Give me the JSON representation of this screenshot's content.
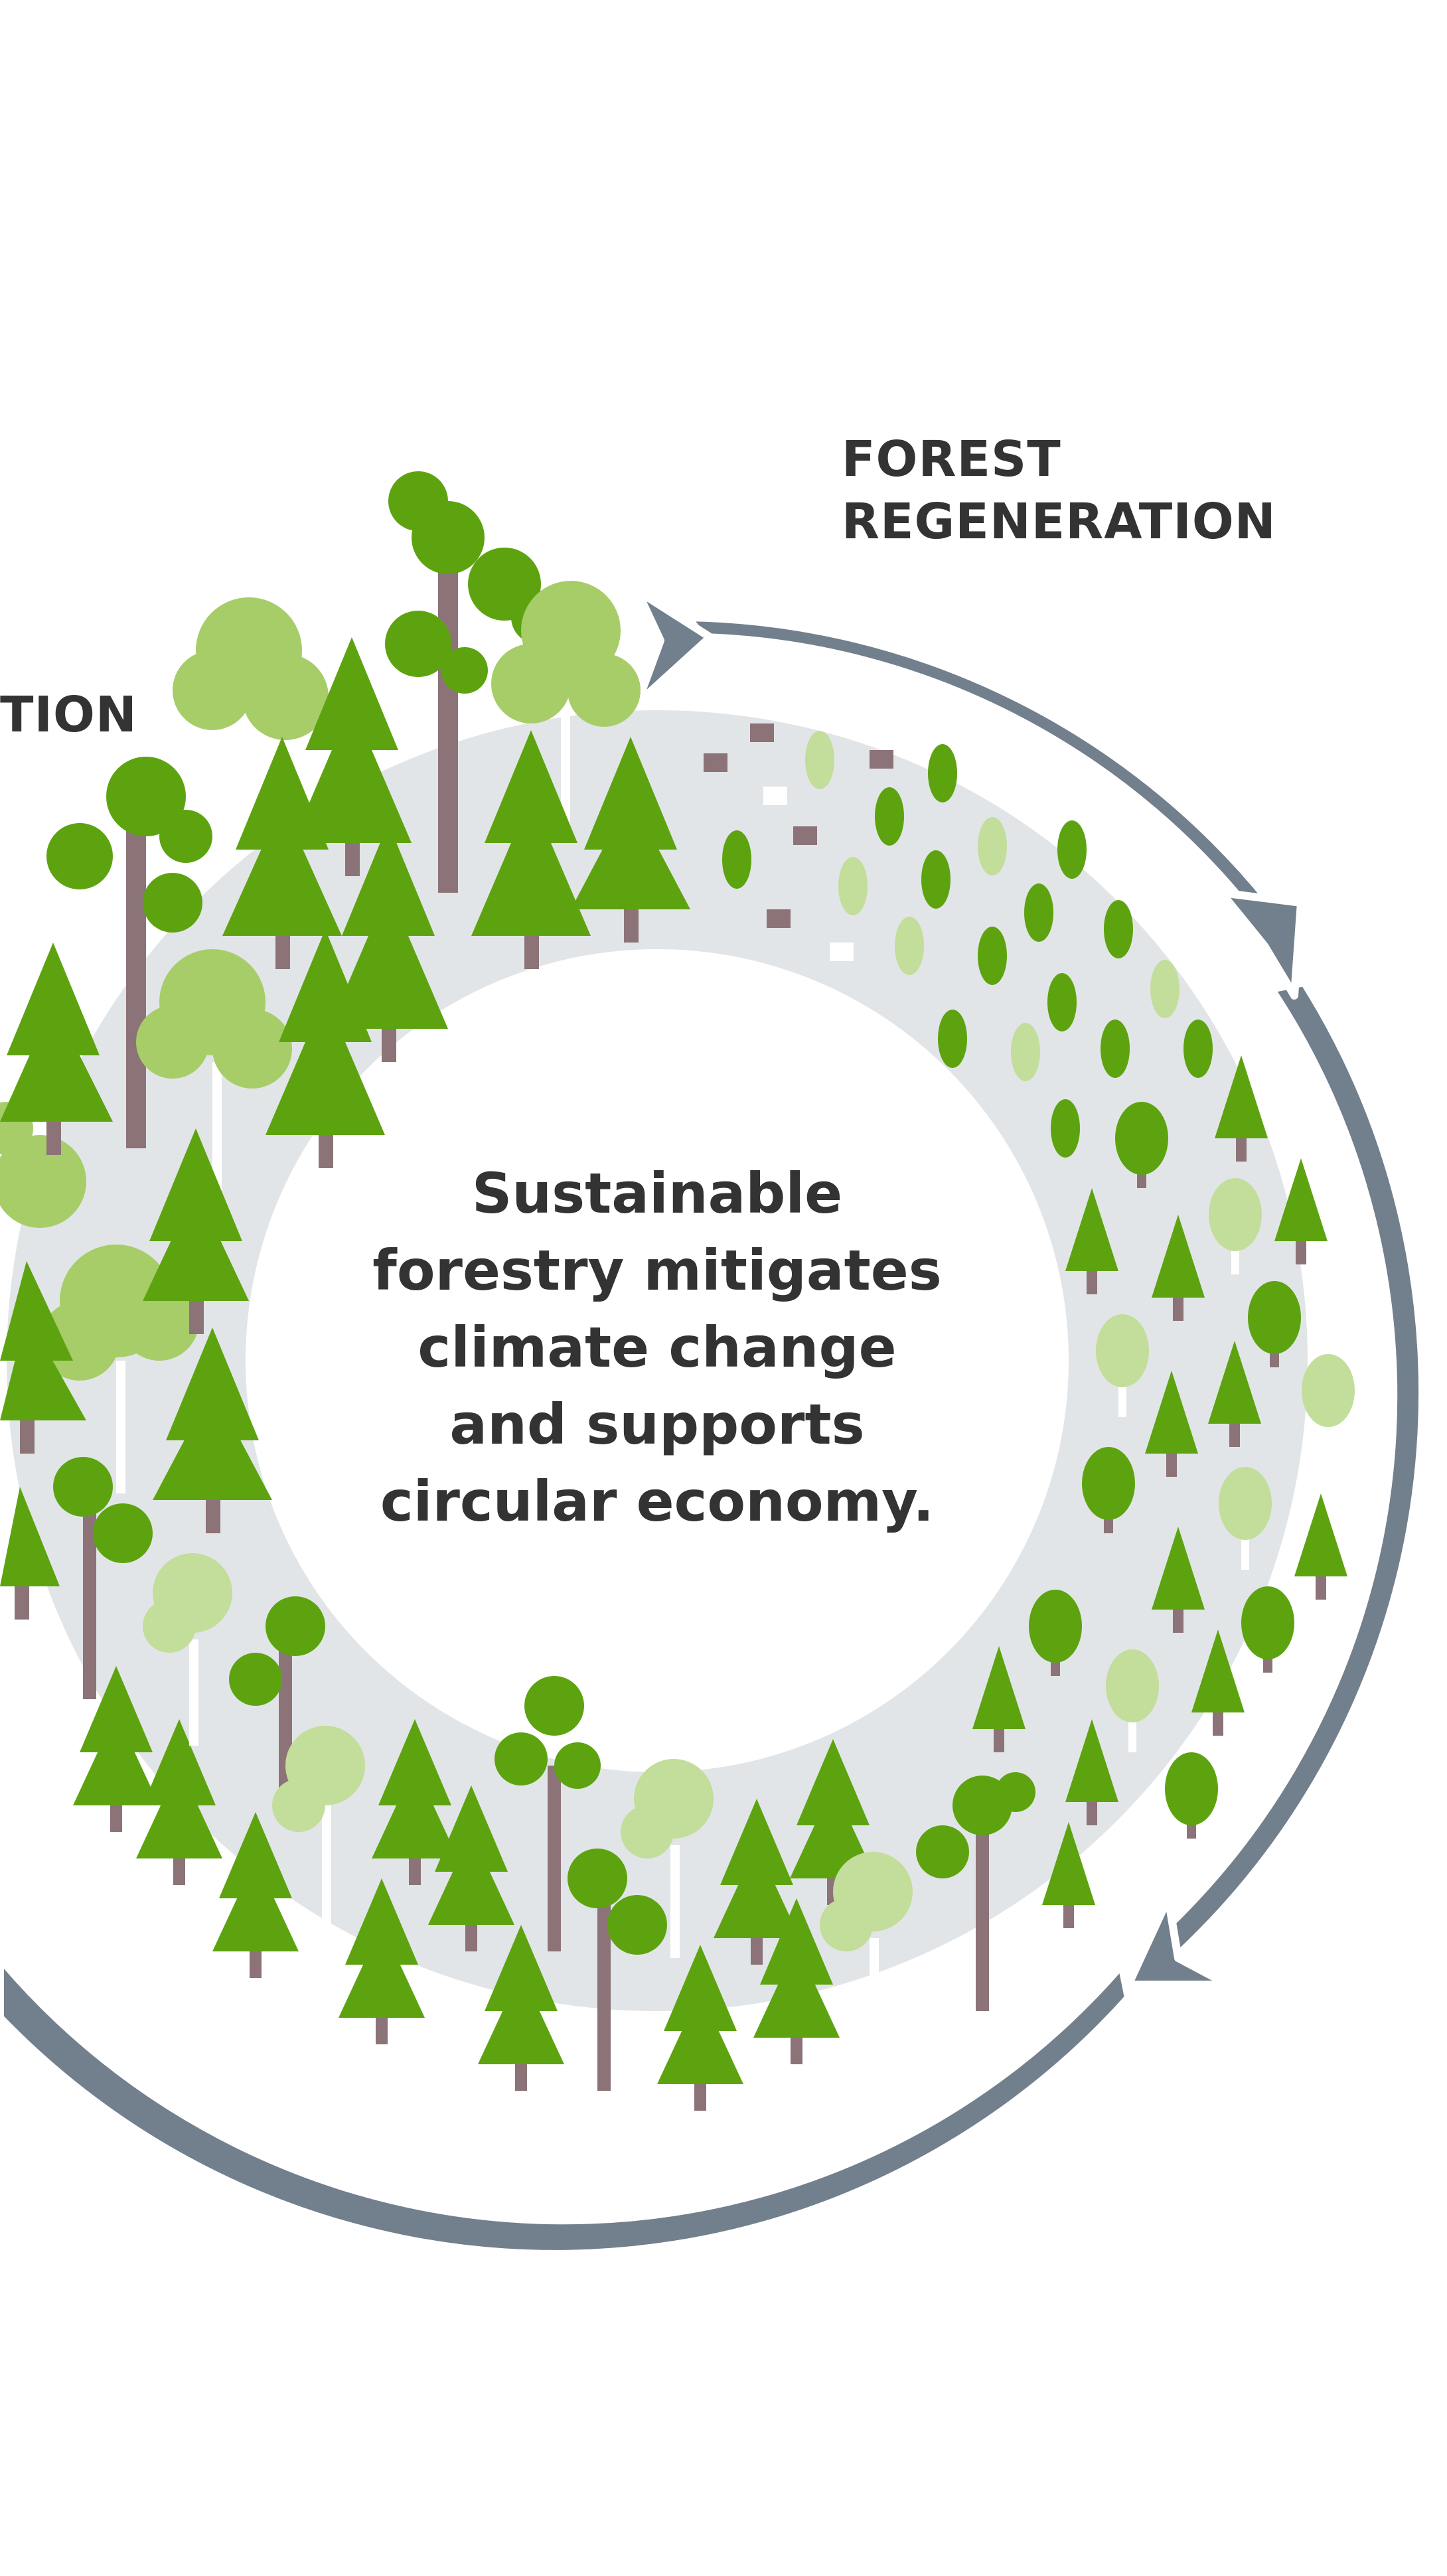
{
  "stage_labels": {
    "forest_regeneration_line1": "FOREST",
    "forest_regeneration_line2": "REGENERATION",
    "partial_left_label": "TION"
  },
  "center_message": {
    "lines": [
      "Sustainable",
      "forestry mitigates",
      "climate change",
      "and supports",
      "circular economy."
    ]
  },
  "colors": {
    "arrow_gray": "#727f8c",
    "ring_light_gray": "#e2e5e8",
    "tree_dark_green": "#5da30f",
    "tree_light_green": "#a6cd68",
    "seedling_pale_green": "#c3dd9a",
    "trunk_mauve": "#8c7378",
    "text_dark": "#333333"
  },
  "icons": [
    "conifer-tree-icon",
    "deciduous-tree-icon",
    "birch-tree-icon",
    "pine-tree-icon",
    "seedling-icon",
    "stump-icon",
    "cycle-arrow-icon"
  ]
}
